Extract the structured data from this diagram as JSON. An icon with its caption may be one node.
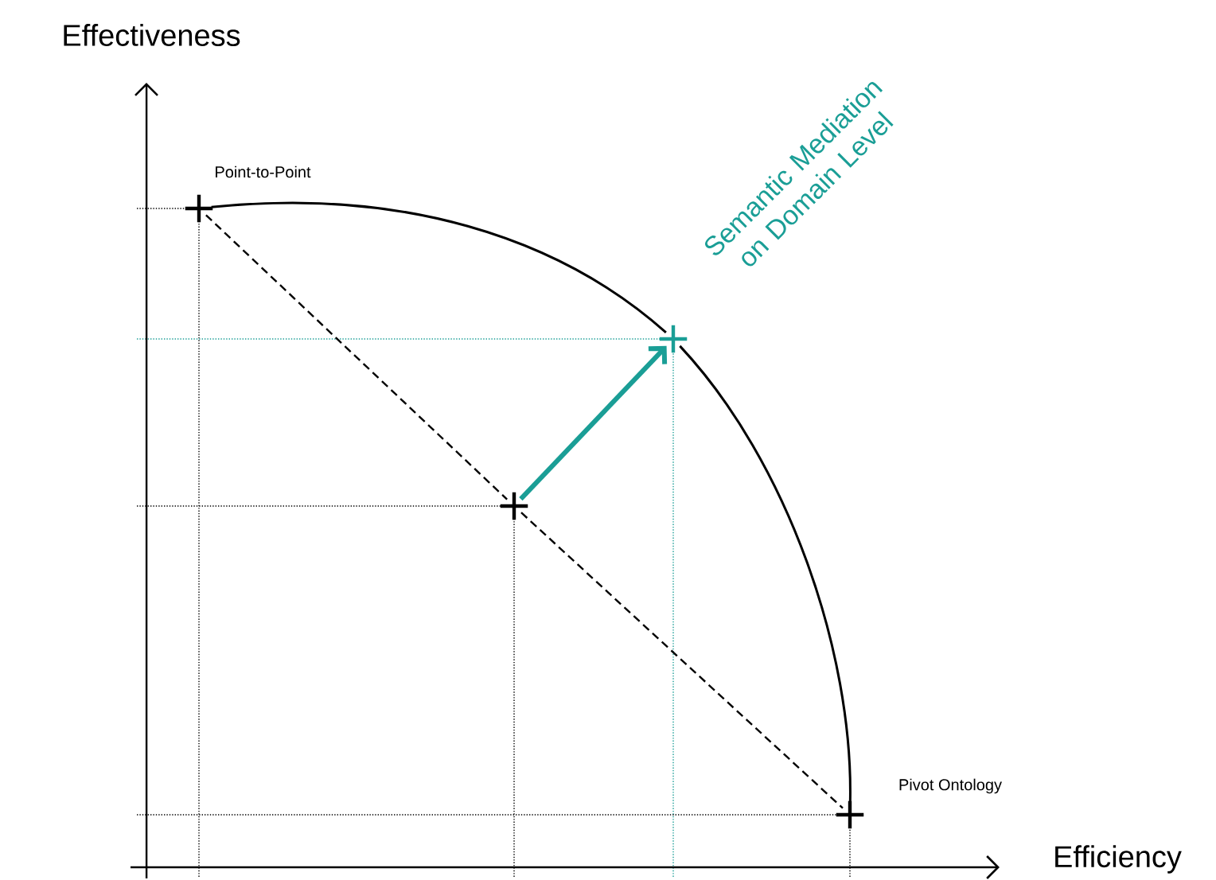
{
  "diagram": {
    "nodes": [
      {
        "text": [],
        "shape": "cross",
        "beside": [
          "Point-to-Point"
        ]
      },
      {
        "text": [],
        "shape": "cross"
      },
      {
        "text": [],
        "shape": "cross",
        "beside": [
          "Semantic Mediation on Domain Level"
        ]
      },
      {
        "text": [],
        "shape": "cross",
        "beside": [
          "Pivot Ontology"
        ]
      }
    ],
    "edges": [
      {
        "from": 0,
        "to": 1,
        "arrow": "none",
        "style": "dashed"
      },
      {
        "from": 1,
        "to": 3,
        "arrow": "none",
        "style": "dashed"
      },
      {
        "from": 1,
        "to": 2,
        "arrow": "to",
        "style": "thick",
        "color": "#1a9e96"
      },
      {
        "from": 0,
        "to": 2,
        "arrow": "none"
      },
      {
        "from": 2,
        "to": 3,
        "arrow": "none"
      }
    ],
    "labels": [
      "Effectiveness",
      "Efficiency"
    ]
  }
}
